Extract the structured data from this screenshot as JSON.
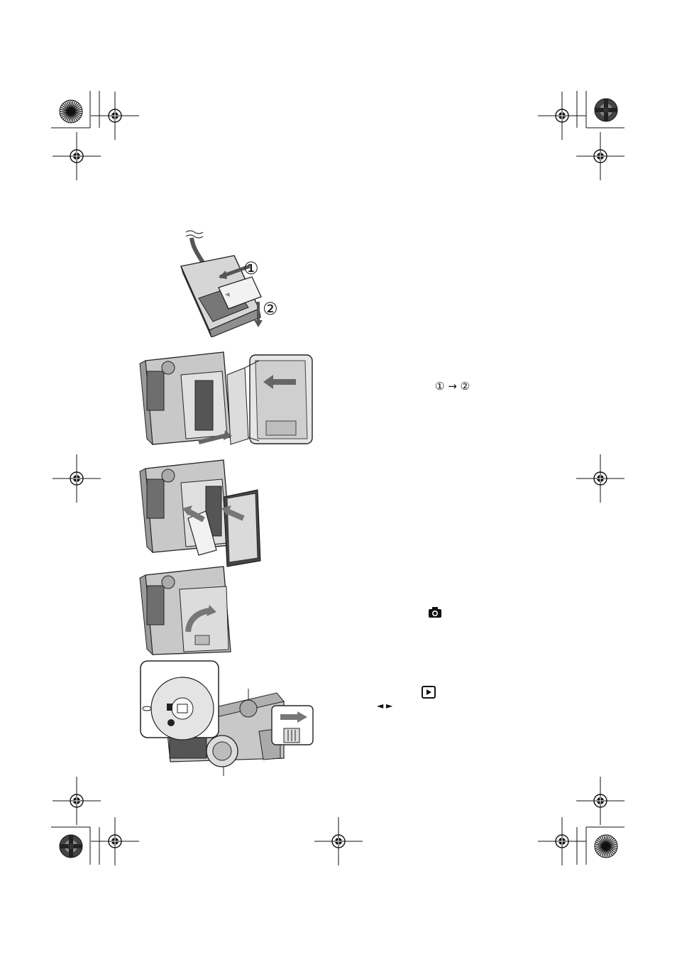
{
  "page": {
    "background": "#ffffff"
  },
  "charger_steps": {
    "step1": "①",
    "step2": "②"
  },
  "instructions": {
    "sequence": "① → ②",
    "arrow_left_right": "◄ ►"
  },
  "icons": {
    "registration_mark": "crosshair-target-icon",
    "color_wheel_mark": "sunburst-icon",
    "camera_mode": "camera-icon",
    "playback_mode": "play-icon"
  },
  "colors": {
    "ink": "#111111",
    "gray_light": "#d8d8d8",
    "gray_mid": "#9a9a9a",
    "gray_dark": "#555555"
  }
}
